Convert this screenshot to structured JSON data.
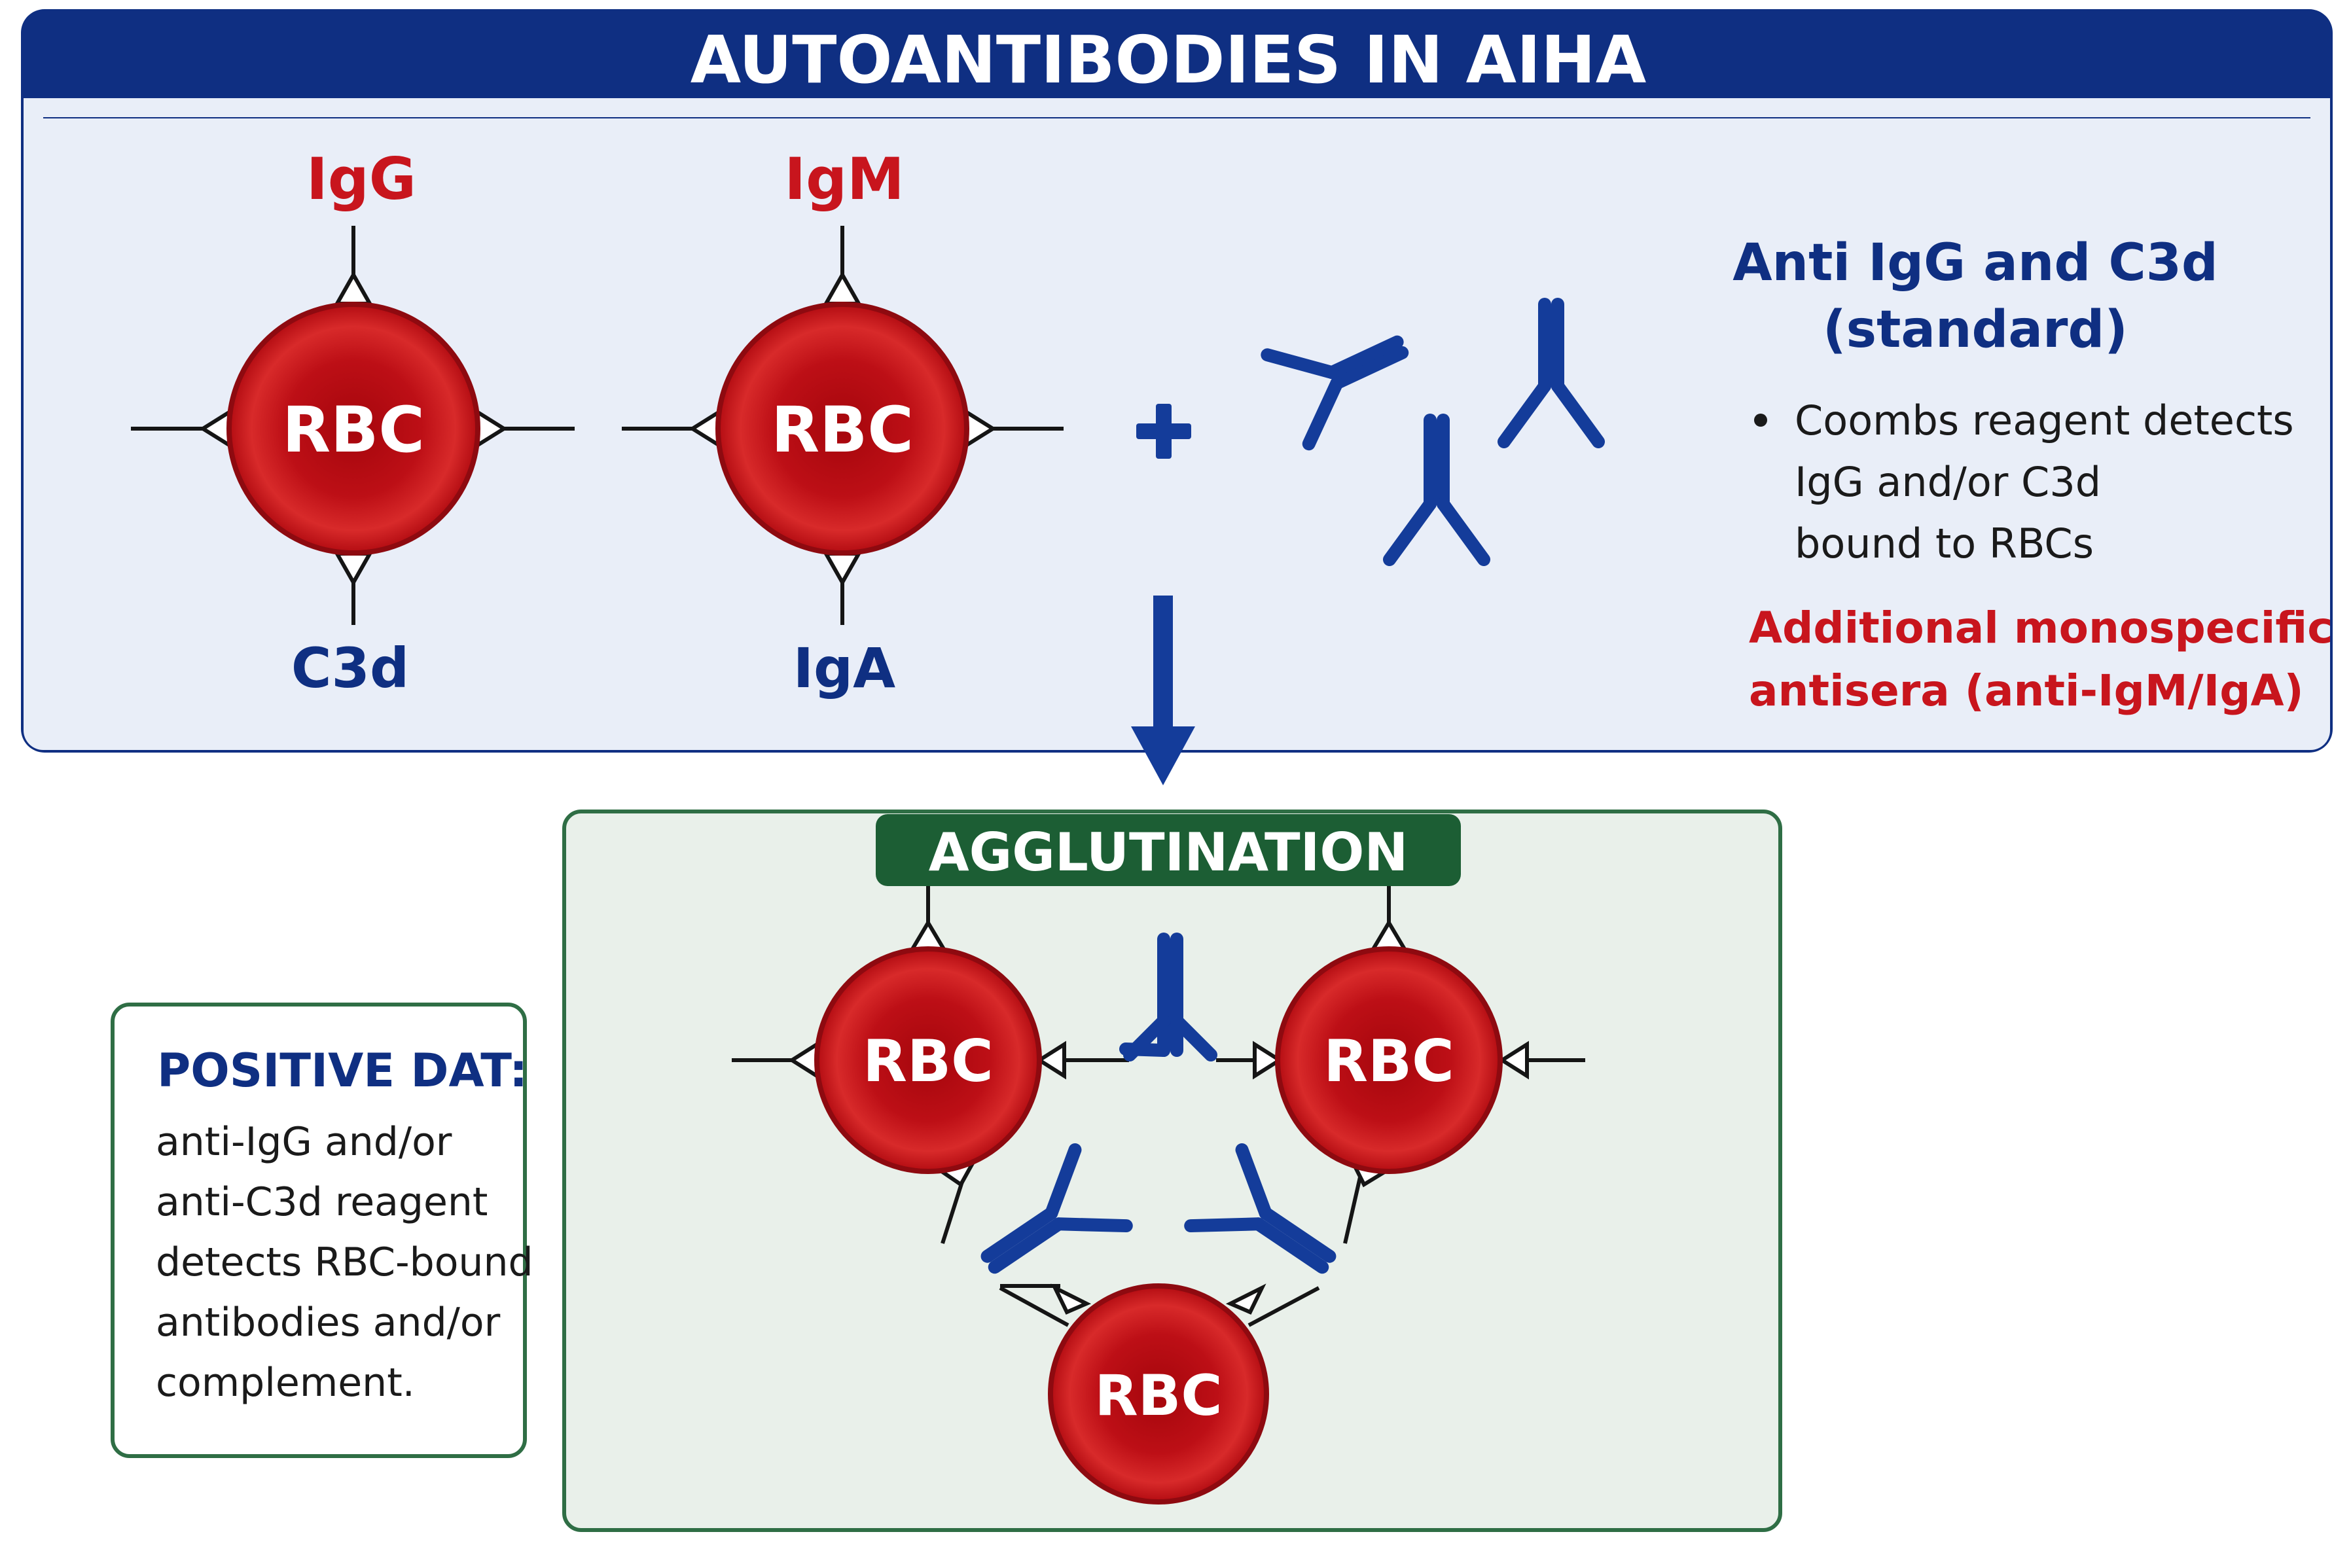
{
  "header": {
    "title": "AUTOANTIBODIES IN AIHA"
  },
  "cells": {
    "rbc_label": "RBC",
    "cell_1": {
      "top_label": "IgG",
      "bottom_label": "C3d"
    },
    "cell_2": {
      "top_label": "IgM",
      "bottom_label": "IgA"
    }
  },
  "reagent": {
    "plus": "+",
    "title_line1": "Anti IgG and C3d",
    "title_line2": "(standard)",
    "bullet_lines": [
      "Coombs reagent detects",
      "IgG and/or C3d",
      "bound to RBCs"
    ],
    "note_line1": "Additional monospecific",
    "note_line2": "antisera (anti-IgM/IgA)"
  },
  "agglutination": {
    "title": "AGGLUTINATION"
  },
  "positive_dat": {
    "title": "POSITIVE DAT:",
    "lines": [
      "anti-IgG and/or",
      "anti-C3d reagent",
      "detects RBC-bound",
      "antibodies and/or",
      "complement."
    ]
  },
  "colors": {
    "navy": "#0f2f82",
    "panel_bg": "#e9eef8",
    "rbc_red": "#c8131b",
    "label_red": "#c8151d",
    "green_header": "#1c5e34",
    "green_panel_bg": "#e9f0ea",
    "green_border": "#2f6e45",
    "antibody_blue": "#143c9a"
  }
}
